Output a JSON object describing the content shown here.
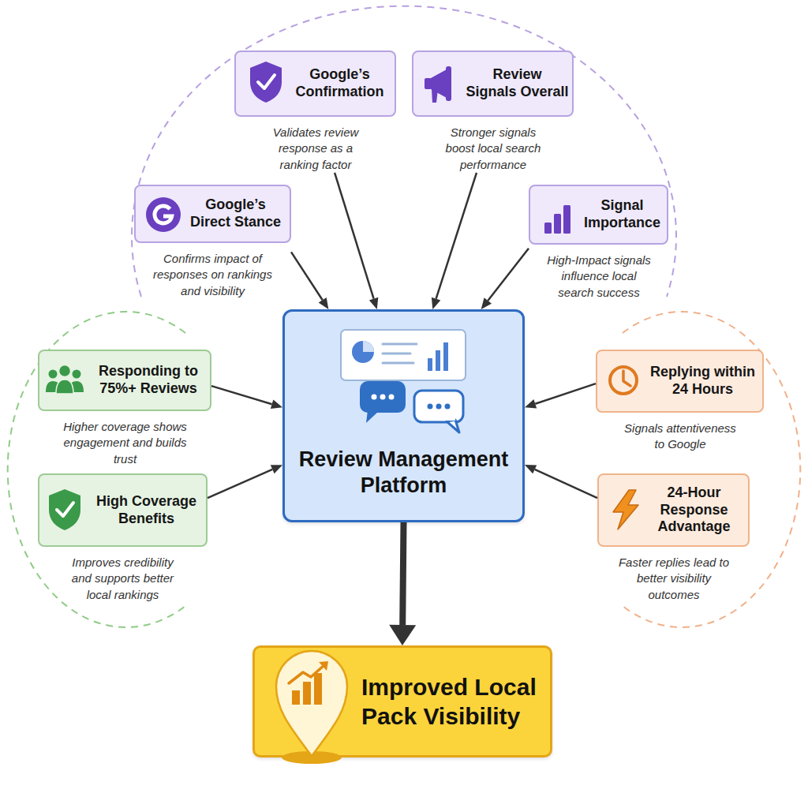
{
  "diagram": {
    "nodes": [
      {
        "text": [
          "Google’s Confirmation",
          "Validates review response as a ranking factor"
        ]
      },
      {
        "text": [
          "Review Signals Overall",
          "Stronger signals boost local search performance"
        ]
      },
      {
        "text": [
          "Google’s Direct Stance",
          "Confirms impact of responses on rankings and visibility"
        ]
      },
      {
        "text": [
          "Signal Importance",
          "High-Impact signals influence local search success"
        ]
      },
      {
        "text": [
          "Review Management Platform"
        ]
      },
      {
        "text": [
          "Responding to 75%+ Reviews",
          "Higher coverage shows engagement and builds trust"
        ]
      },
      {
        "text": [
          "Replying within 24 Hours",
          "Signals attentiveness to Google"
        ]
      },
      {
        "text": [
          "High Coverage Benefits",
          "Improves credibility and supports better local rankings"
        ]
      },
      {
        "text": [
          "24-Hour Response Advantage",
          "Faster replies lead to better visibility outcomes"
        ]
      },
      {
        "text": [
          "Improved Local Pack Visibility"
        ]
      }
    ],
    "edges": [
      {
        "from": 0,
        "to": 4,
        "arrow": "to"
      },
      {
        "from": 1,
        "to": 4,
        "arrow": "to"
      },
      {
        "from": 2,
        "to": 4,
        "arrow": "to"
      },
      {
        "from": 3,
        "to": 4,
        "arrow": "to"
      },
      {
        "from": 5,
        "to": 4,
        "arrow": "to"
      },
      {
        "from": 6,
        "to": 4,
        "arrow": "to"
      },
      {
        "from": 7,
        "to": 4,
        "arrow": "to"
      },
      {
        "from": 8,
        "to": 4,
        "arrow": "to"
      },
      {
        "from": 4,
        "to": 9,
        "arrow": "to"
      }
    ]
  }
}
